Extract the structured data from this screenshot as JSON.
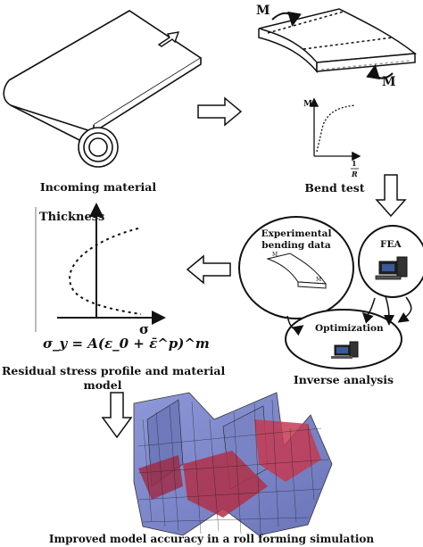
{
  "captions": {
    "incoming_material": "Incoming material",
    "bend_test": "Bend test",
    "inverse_analysis": "Inverse analysis",
    "residual_stress_line1": "Residual stress profile and material",
    "residual_stress_line2": "model",
    "improved_model": "Improved model accuracy in a roll forming simulation"
  },
  "bend_test": {
    "moment_label_top": "M",
    "moment_label_bottom": "M",
    "plot_ylabel": "M",
    "plot_xlabel_num": "1",
    "plot_xlabel_den": "R"
  },
  "inverse": {
    "experimental_line1": "Experimental",
    "experimental_line2": "bending data",
    "fea": "FEA",
    "optimization": "Optimization",
    "mini_m1": "M",
    "mini_m2": "M"
  },
  "residual": {
    "thickness_label": "Thickness",
    "sigma_label": "σ",
    "equation": "σ_y = A(ε_0 + ε̄^p)^m"
  },
  "colors": {
    "ink": "#111111",
    "mesh_blue": "#7c86c8",
    "mesh_red": "#c0304a"
  }
}
